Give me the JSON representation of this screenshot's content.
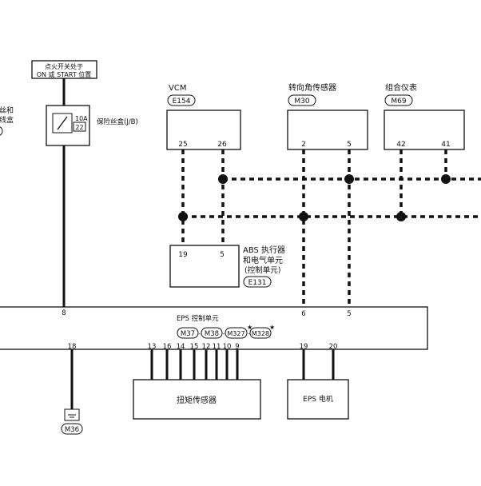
{
  "ignition": {
    "line1": "点火开关处于",
    "line2": "ON 或 START 位置"
  },
  "fuse": {
    "amp": "10A",
    "number": "22",
    "box_label": "保险丝盒(J/B)"
  },
  "left_cut": {
    "line1": "丝和",
    "line2": "线盒"
  },
  "vcm": {
    "title": "VCM",
    "connector": "E154",
    "pin_a": "25",
    "pin_b": "26"
  },
  "steering_sensor": {
    "title": "转向角传感器",
    "connector": "M30",
    "pin_a": "2",
    "pin_b": "5"
  },
  "meter": {
    "title": "组合仪表",
    "connector": "M69",
    "pin_a": "42",
    "pin_b": "41"
  },
  "abs": {
    "pin_a": "19",
    "pin_b": "5",
    "line1": "ABS 执行器",
    "line2": "和电气单元",
    "line3": "(控制单元)",
    "connector": "E131"
  },
  "eps": {
    "title": "EPS 控制单元",
    "connectors": [
      "M37",
      "M38",
      "M327",
      "M328"
    ],
    "separator": "-",
    "star": "★",
    "pin_power": "8",
    "pin_ground": "18",
    "pin_can_a": "6",
    "pin_can_b": "5",
    "torque_pins": [
      "13",
      "16",
      "14",
      "15",
      "12",
      "11",
      "10",
      "9"
    ],
    "motor_pins": [
      "19",
      "20"
    ]
  },
  "torque_sensor": {
    "label": "扭矩传感器"
  },
  "motor": {
    "label": "EPS 电机"
  },
  "ground": {
    "connector": "M36"
  }
}
